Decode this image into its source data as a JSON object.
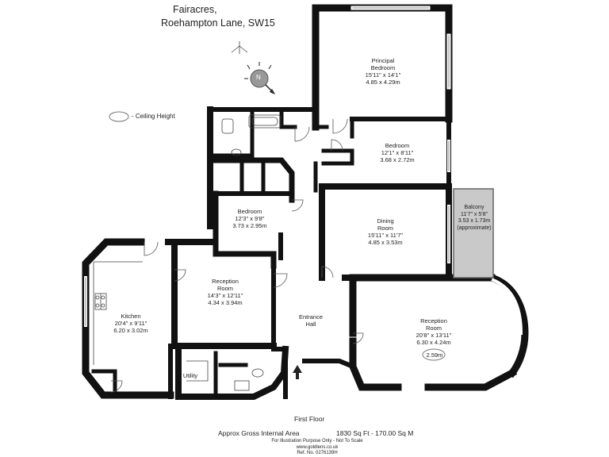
{
  "header": {
    "line1": "Fairacres,",
    "line2": "Roehampton Lane, SW15"
  },
  "legend": {
    "ceiling_label": "- Ceiling Height",
    "compass_letter": "N"
  },
  "rooms": {
    "principal_bedroom": {
      "name": "Principal\nBedroom",
      "name_l1": "Principal",
      "name_l2": "Bedroom",
      "imperial": "15'11\" x 14'1\"",
      "metric": "4.85 x 4.29m"
    },
    "bedroom_2": {
      "name_l1": "Bedroom",
      "imperial": "12'1\" x 8'11\"",
      "metric": "3.68 x 2.72m"
    },
    "bedroom_3": {
      "name_l1": "Bedroom",
      "imperial": "12'3\" x 9'8\"",
      "metric": "3.73 x 2.95m"
    },
    "balcony": {
      "name_l1": "Balcony",
      "imperial": "11'7\" x 5'8\"",
      "metric": "3.53 x 1.73m",
      "note": "(approximate)"
    },
    "dining": {
      "name_l1": "Dining",
      "name_l2": "Room",
      "imperial": "15'11\" x 11'7\"",
      "metric": "4.85 x 3.53m"
    },
    "reception_1": {
      "name_l1": "Reception",
      "name_l2": "Room",
      "imperial": "14'3\" x 12'11\"",
      "metric": "4.34 x 3.94m"
    },
    "kitchen": {
      "name_l1": "Kitchen",
      "imperial": "20'4\" x 9'11\"",
      "metric": "6.20 x 3.02m"
    },
    "entrance": {
      "name_l1": "Entrance",
      "name_l2": "Hall"
    },
    "reception_2": {
      "name_l1": "Reception",
      "name_l2": "Room",
      "imperial": "20'8\" x 13'11\"",
      "metric": "6.30 x 4.24m",
      "ceiling": "2.59m"
    },
    "utility": {
      "name_l1": "Utility"
    }
  },
  "footer": {
    "floor": "First Floor",
    "area_label": "Approx Gross Internal Area",
    "area_value": "1830 Sq Ft - 170.00 Sq M",
    "disclaimer": "For Illustration Purpose Only - Not To Scale",
    "website": "www.goldlens.co.uk",
    "ref": "Ref. No. 0276139H"
  },
  "colors": {
    "wall": "#111111",
    "balcony_fill": "#c9c9c9",
    "background": "#ffffff"
  }
}
